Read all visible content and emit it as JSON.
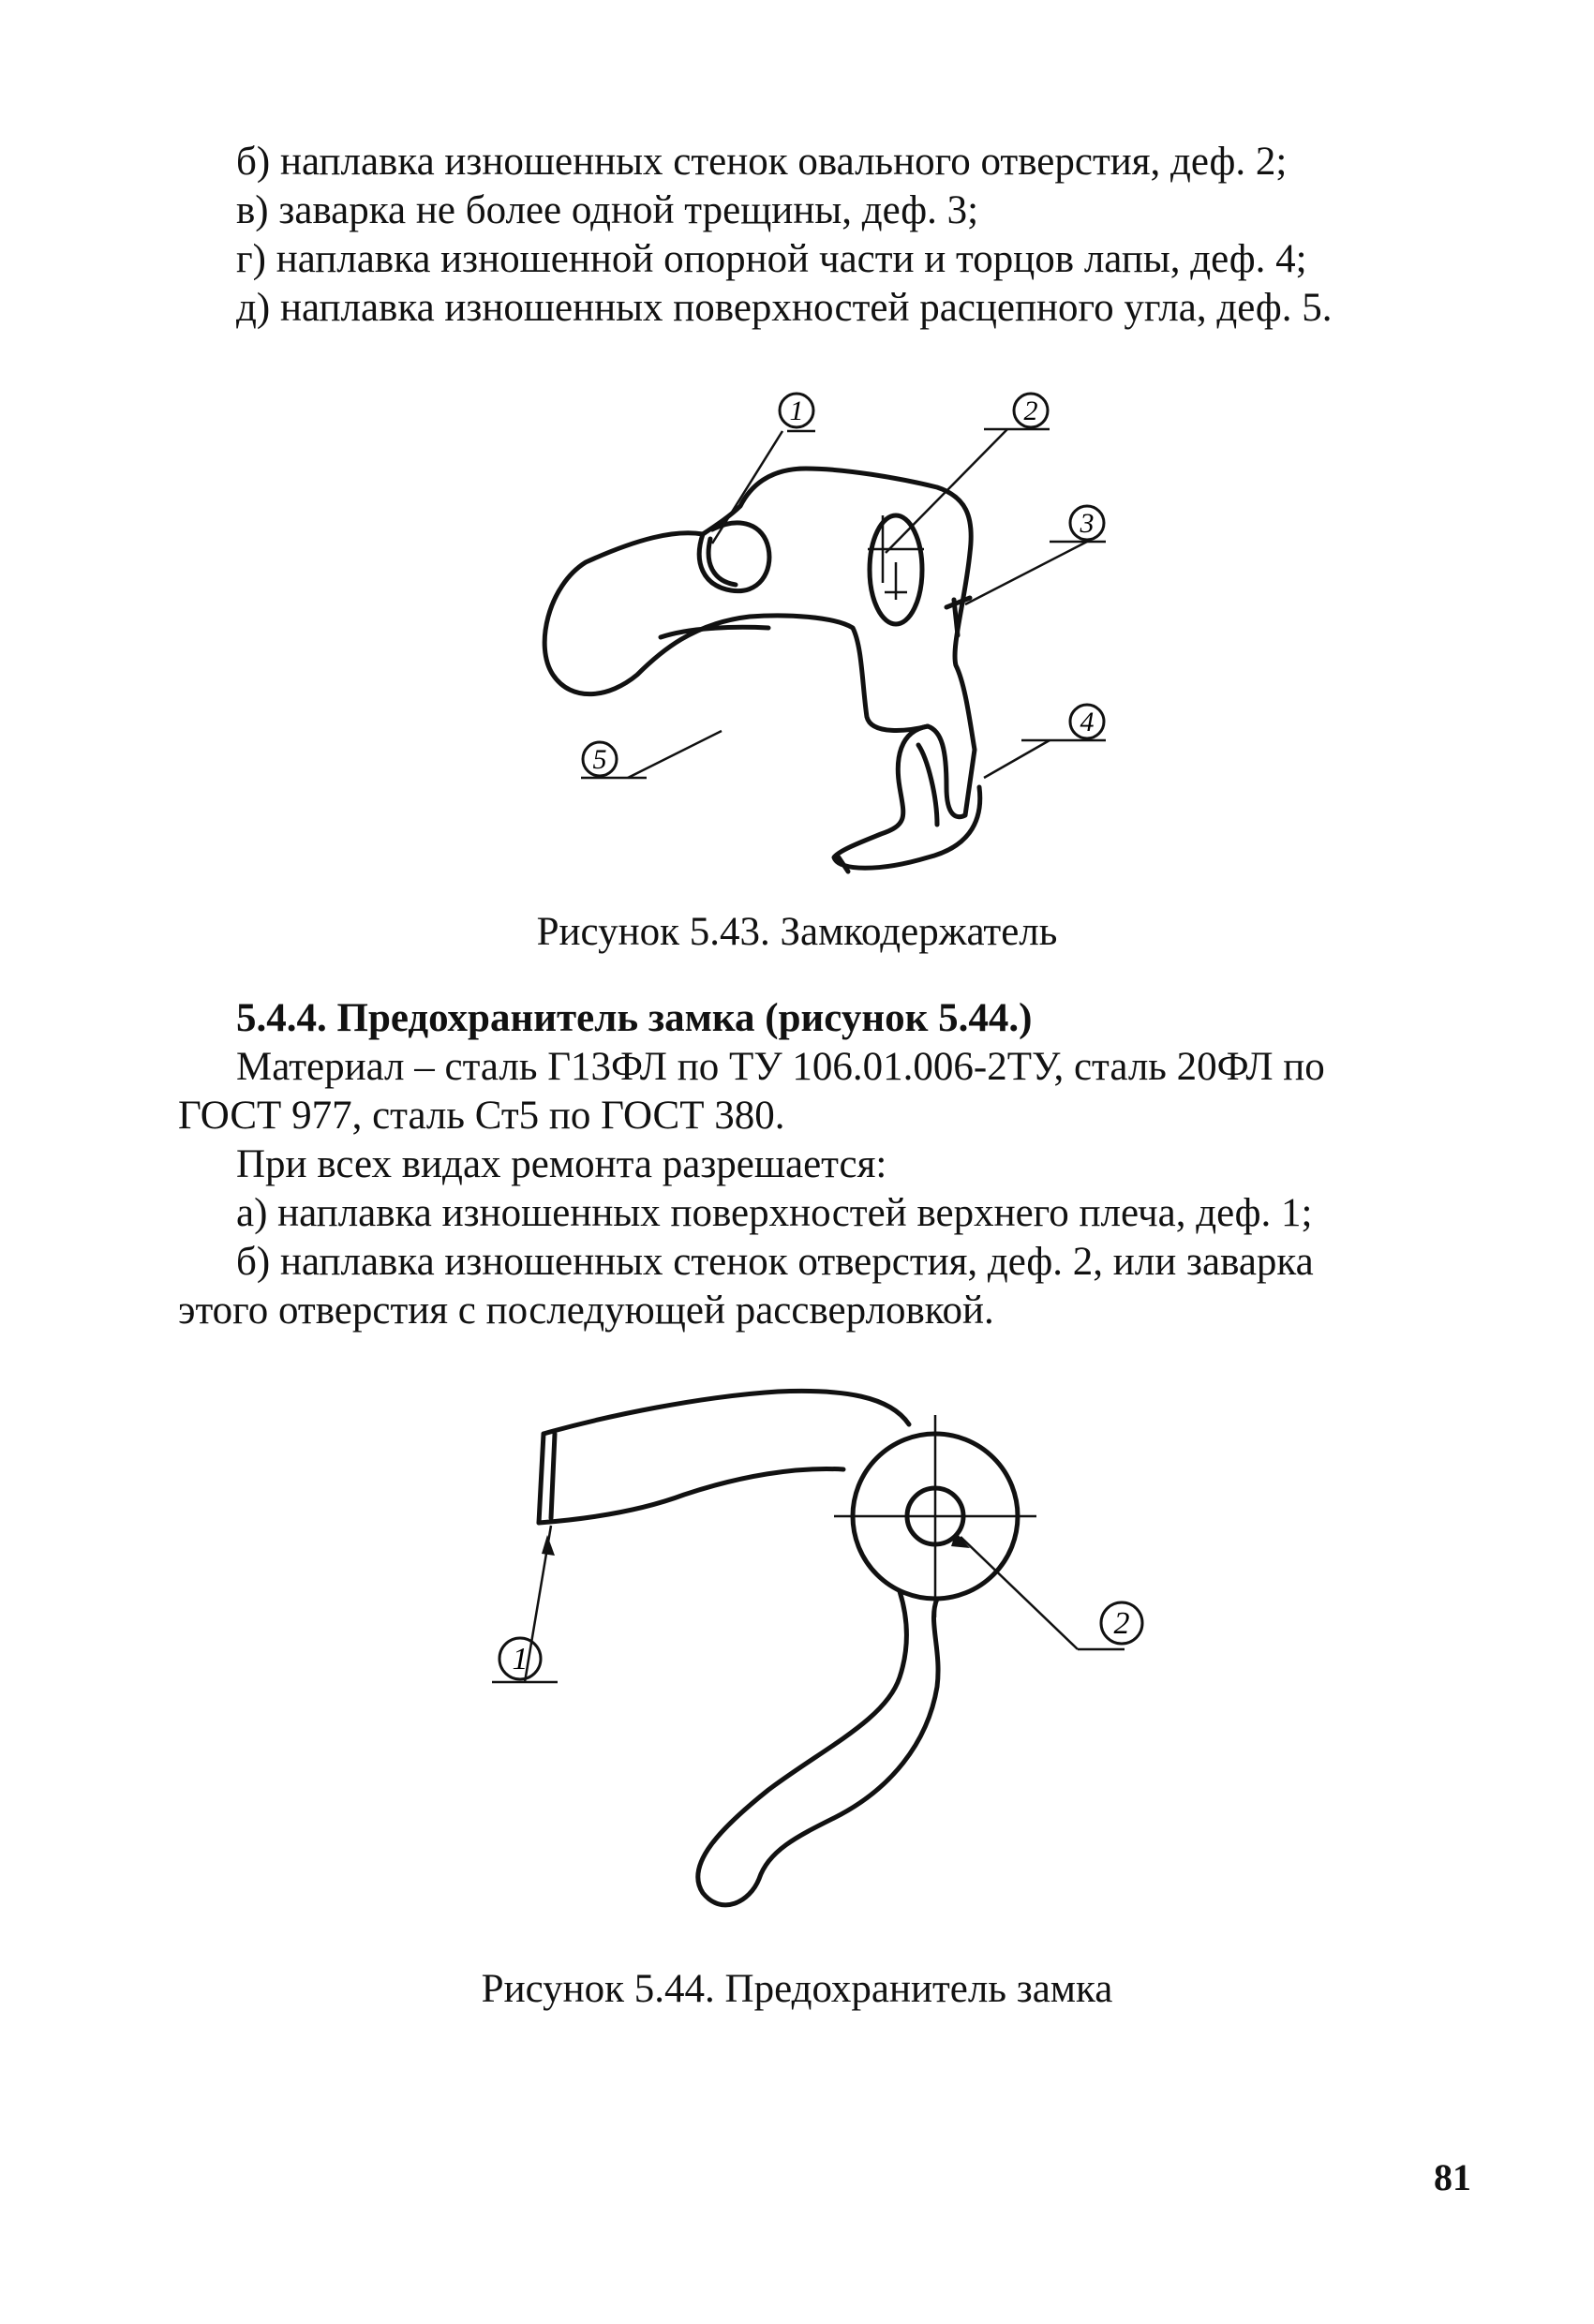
{
  "top_list": [
    "б) наплавка изношенных стенок овального отверстия, деф. 2;",
    "в) заварка не более одной трещины, деф. 3;",
    "г) наплавка изношенной опорной части и торцов лапы, деф. 4;",
    "д) наплавка изношенных поверхностей расцепного угла, деф. 5."
  ],
  "figure_543": {
    "callouts": [
      "1",
      "2",
      "3",
      "4",
      "5"
    ],
    "caption": "Рисунок 5.43. Замкодержатель"
  },
  "section_544": {
    "heading": "5.4.4. Предохранитель замка (рисунок 5.44.)",
    "material_line1": "Материал – сталь Г13ФЛ по ТУ 106.01.006-2ТУ, сталь 20ФЛ по",
    "material_line2": "ГОСТ 977, сталь Ст5 по ГОСТ 380.",
    "repair_intro": "При всех видах ремонта разрешается:",
    "item_a": "а) наплавка изношенных поверхностей верхнего плеча, деф. 1;",
    "item_b_line1": "б) наплавка изношенных стенок отверстия, деф. 2, или заварка",
    "item_b_line2": "этого отверстия с последующей рассверловкой."
  },
  "figure_544": {
    "callouts": [
      "1",
      "2"
    ],
    "caption": "Рисунок 5.44. Предохранитель замка"
  },
  "page_number": "81"
}
